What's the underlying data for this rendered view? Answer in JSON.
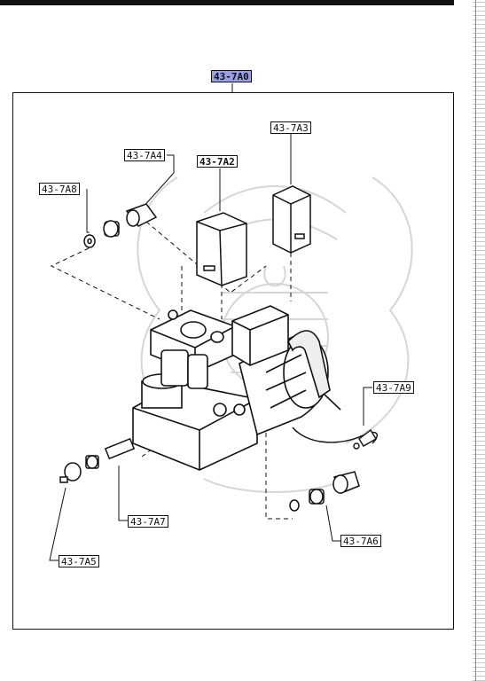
{
  "diagram": {
    "main_label": "43-7A0",
    "parts": {
      "a2": "43-7A2",
      "a3": "43-7A3",
      "a4": "43-7A4",
      "a5": "43-7A5",
      "a6": "43-7A6",
      "a7": "43-7A7",
      "a8": "43-7A8",
      "a9": "43-7A9"
    }
  },
  "colors": {
    "line": "#111111",
    "highlight": "#9aa0e8",
    "watermark": "#d4d4d4"
  }
}
